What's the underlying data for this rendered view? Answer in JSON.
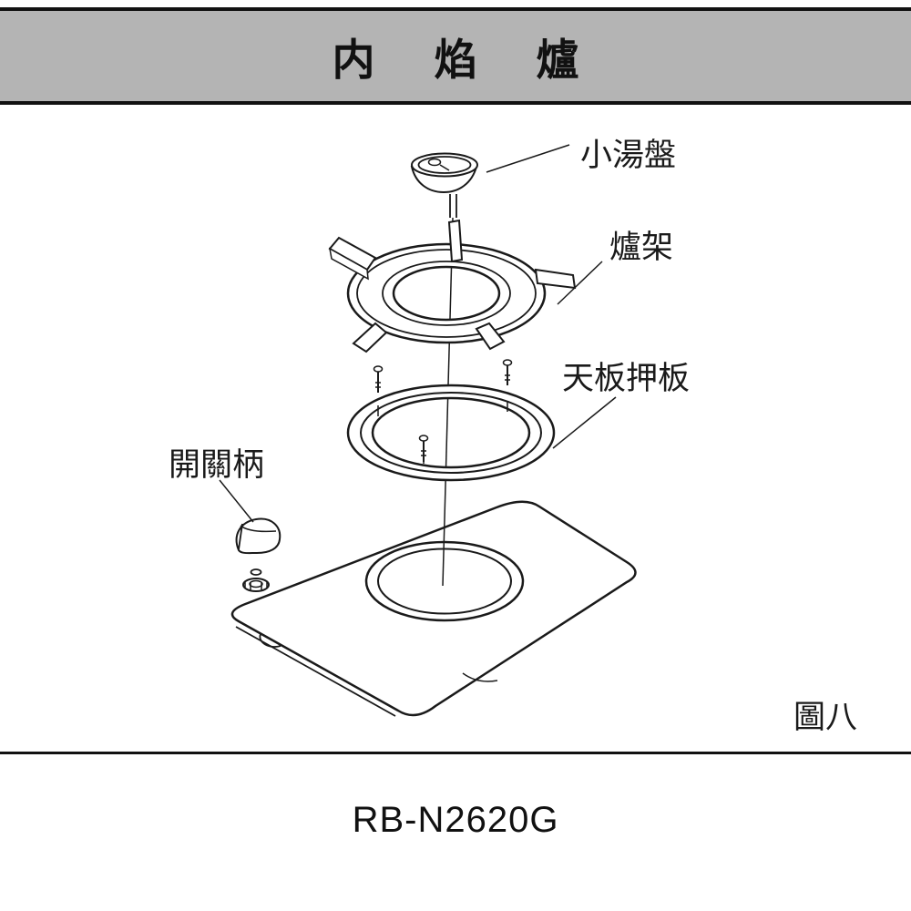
{
  "page": {
    "background": "#ffffff",
    "line_color": "#1a1a1a"
  },
  "header": {
    "title": "内 焰 爐",
    "background": "#b4b4b4"
  },
  "diagram": {
    "type": "exploded-parts-diagram",
    "subject": "inner-flame burner assembly over cooktop",
    "labels": {
      "small_soup_plate": "小湯盤",
      "burner_grate": "爐架",
      "top_plate_press_plate": "天板押板",
      "switch_knob": "開關柄"
    },
    "figure_caption": "圖八"
  },
  "footer": {
    "model_number": "RB-N2620G"
  }
}
